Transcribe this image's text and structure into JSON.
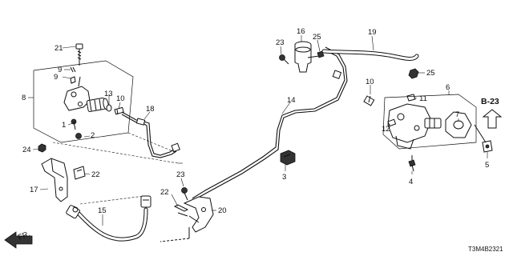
{
  "diagram": {
    "code": "T3M4B2321",
    "direction_label": "FR.",
    "reference_label": "B-23",
    "callouts": [
      {
        "id": "c1",
        "label": "1"
      },
      {
        "id": "c2",
        "label": "2"
      },
      {
        "id": "c3",
        "label": "3"
      },
      {
        "id": "c4",
        "label": "4"
      },
      {
        "id": "c5",
        "label": "5"
      },
      {
        "id": "c6",
        "label": "6"
      },
      {
        "id": "c7",
        "label": "7"
      },
      {
        "id": "c8",
        "label": "8"
      },
      {
        "id": "c9a",
        "label": "9"
      },
      {
        "id": "c9b",
        "label": "9"
      },
      {
        "id": "c10a",
        "label": "10"
      },
      {
        "id": "c10b",
        "label": "10"
      },
      {
        "id": "c11",
        "label": "11"
      },
      {
        "id": "c12",
        "label": "12"
      },
      {
        "id": "c13",
        "label": "13"
      },
      {
        "id": "c14",
        "label": "14"
      },
      {
        "id": "c15",
        "label": "15"
      },
      {
        "id": "c16",
        "label": "16"
      },
      {
        "id": "c17",
        "label": "17"
      },
      {
        "id": "c18",
        "label": "18"
      },
      {
        "id": "c19",
        "label": "19"
      },
      {
        "id": "c20",
        "label": "20"
      },
      {
        "id": "c21",
        "label": "21"
      },
      {
        "id": "c22a",
        "label": "22"
      },
      {
        "id": "c22b",
        "label": "22"
      },
      {
        "id": "c23a",
        "label": "23"
      },
      {
        "id": "c23b",
        "label": "23"
      },
      {
        "id": "c24",
        "label": "24"
      },
      {
        "id": "c25a",
        "label": "25"
      },
      {
        "id": "c25b",
        "label": "25"
      }
    ]
  }
}
